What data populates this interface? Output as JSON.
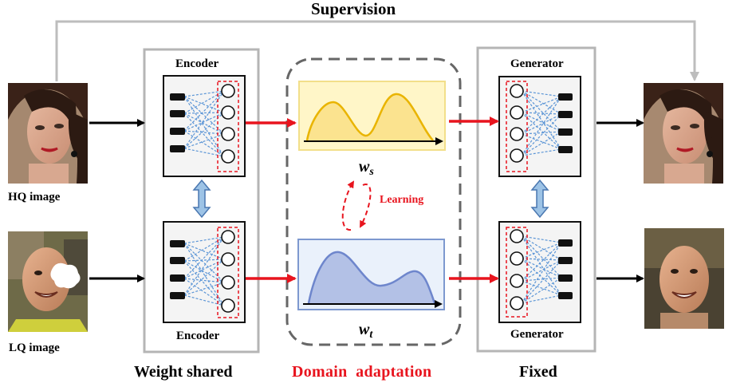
{
  "supervision_label": "Supervision",
  "hq_label": "HQ image",
  "lq_label": "LQ image",
  "encoder_top_label": "Encoder",
  "encoder_bottom_label": "Encoder",
  "generator_top_label": "Generator",
  "generator_bottom_label": "Generator",
  "weight_shared_label": "Weight shared",
  "domain_adaptation_label": "Domain  adaptation",
  "fixed_label": "Fixed",
  "learning_label": "Learning",
  "ws_symbol": "w",
  "ws_subscript": "s",
  "wt_symbol": "w",
  "wt_subscript": "t",
  "colors": {
    "red_accent": "#e8141e",
    "source_panel_bg": "#fff6c8",
    "source_panel_border": "#f2df8a",
    "source_curve": "#e9b400",
    "source_fill": "#fbe38f",
    "target_panel_bg": "#eaf1fb",
    "target_panel_border": "#7d98cf",
    "target_fill": "#b3c1e6",
    "target_curve": "#6e86cc",
    "network_lines": "#5b95d6",
    "supervision_line": "#bdbdbd",
    "double_arrow_fill": "#9dc3e6"
  }
}
